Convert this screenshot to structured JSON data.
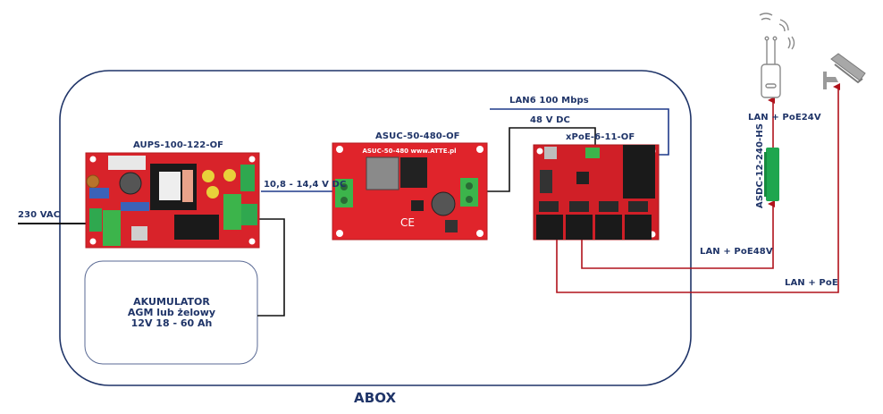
{
  "diagram": {
    "enclosure_label": "ABOX",
    "input_label": "230 VAC",
    "devices": {
      "psu": {
        "name": "AUPS-100-122-OF",
        "type": "buffer power supply PCB"
      },
      "converter": {
        "name": "ASUC-50-480-OF",
        "type": "DC-DC step-up converter PCB",
        "board_print": "ASUC-50-480 www.ATTE.pl"
      },
      "switch": {
        "name": "xPoE-6-11-OF",
        "type": "PoE switch PCB"
      },
      "splitter": {
        "name": "ASDC-12-240-HS",
        "type": "PoE converter module"
      },
      "access_point": {
        "name": "wireless access point",
        "type": "icon"
      },
      "camera": {
        "name": "CCTV camera",
        "type": "icon"
      }
    },
    "battery": {
      "lines": [
        "AKUMULATOR",
        "AGM lub żelowy",
        "12V 18 - 60 Ah"
      ]
    },
    "connections": {
      "psu_to_converter": "10,8 - 14,4 V DC",
      "converter_to_switch": "48 V DC",
      "uplink": "LAN6 100 Mbps",
      "switch_to_splitter": "LAN + PoE48V",
      "splitter_to_ap": "LAN + PoE24V",
      "switch_to_camera": "LAN + PoE"
    },
    "colors": {
      "frame": "#1f3468",
      "power_line": "#111111",
      "lan_line": "#1f3a8a",
      "poe_line": "#b0121b",
      "pcb_red": "#d8232a",
      "splitter_green": "#1fa64e"
    }
  }
}
